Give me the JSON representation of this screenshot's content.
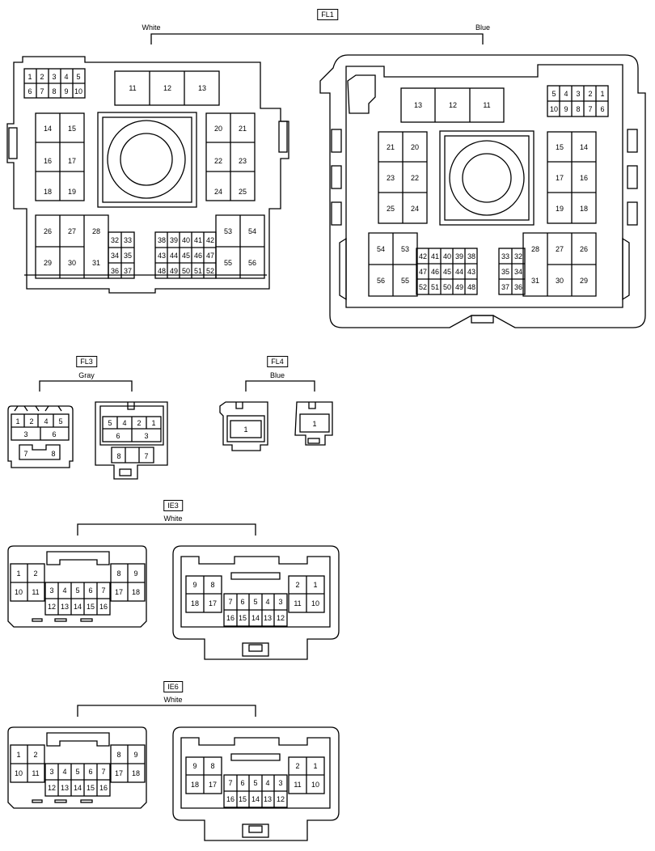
{
  "connectors": {
    "fl1": {
      "name": "FL1",
      "left_color": "White",
      "right_color": "Blue"
    },
    "fl3": {
      "name": "FL3",
      "color": "Gray"
    },
    "fl4": {
      "name": "FL4",
      "color": "Blue"
    },
    "ie3": {
      "name": "IE3",
      "color": "White"
    },
    "ie6": {
      "name": "IE6",
      "color": "White"
    }
  },
  "pins": {
    "fl1_left_small": [
      "1",
      "2",
      "3",
      "4",
      "5",
      "6",
      "7",
      "8",
      "9",
      "10"
    ],
    "fl1_left_top": [
      "11",
      "12",
      "13"
    ],
    "fl1_left_l": [
      "14",
      "15",
      "16",
      "17",
      "18",
      "19"
    ],
    "fl1_left_r": [
      "20",
      "21",
      "22",
      "23",
      "24",
      "25"
    ],
    "fl1_left_bl": [
      "26",
      "27",
      "28",
      "29",
      "30",
      "31"
    ],
    "fl1_left_32": [
      "32",
      "33",
      "34",
      "35",
      "36",
      "37"
    ],
    "fl1_left_38": [
      "38",
      "39",
      "40",
      "41",
      "42",
      "43",
      "44",
      "45",
      "46",
      "47",
      "48",
      "49",
      "50",
      "51",
      "52"
    ],
    "fl1_left_53": [
      "53",
      "54",
      "55",
      "56"
    ],
    "fl1_right_small": [
      "5",
      "4",
      "3",
      "2",
      "1",
      "10",
      "9",
      "8",
      "7",
      "6"
    ],
    "fl1_right_top": [
      "13",
      "12",
      "11"
    ],
    "fl1_right_l": [
      "21",
      "20",
      "23",
      "22",
      "25",
      "24"
    ],
    "fl1_right_r": [
      "15",
      "14",
      "17",
      "16",
      "19",
      "18"
    ],
    "fl1_right_54": [
      "54",
      "53",
      "56",
      "55"
    ],
    "fl1_right_42": [
      "42",
      "41",
      "40",
      "39",
      "38",
      "47",
      "46",
      "45",
      "44",
      "43",
      "52",
      "51",
      "50",
      "49",
      "48"
    ],
    "fl1_right_33": [
      "33",
      "32",
      "35",
      "34",
      "37",
      "36"
    ],
    "fl1_right_28": [
      "28",
      "27",
      "26",
      "31",
      "30",
      "29"
    ],
    "fl3_left": [
      "1",
      "2",
      "4",
      "5",
      "3",
      "6",
      "7",
      "8"
    ],
    "fl3_right": [
      "5",
      "4",
      "2",
      "1",
      "6",
      "3",
      "8",
      "7"
    ],
    "fl4": [
      "1",
      "1"
    ],
    "ie_left": [
      "1",
      "2",
      "10",
      "11",
      "3",
      "4",
      "5",
      "6",
      "7",
      "12",
      "13",
      "14",
      "15",
      "16",
      "8",
      "9",
      "17",
      "18"
    ],
    "ie_right": [
      "9",
      "8",
      "18",
      "17",
      "7",
      "6",
      "5",
      "4",
      "3",
      "16",
      "15",
      "14",
      "13",
      "12",
      "2",
      "1",
      "11",
      "10"
    ]
  }
}
